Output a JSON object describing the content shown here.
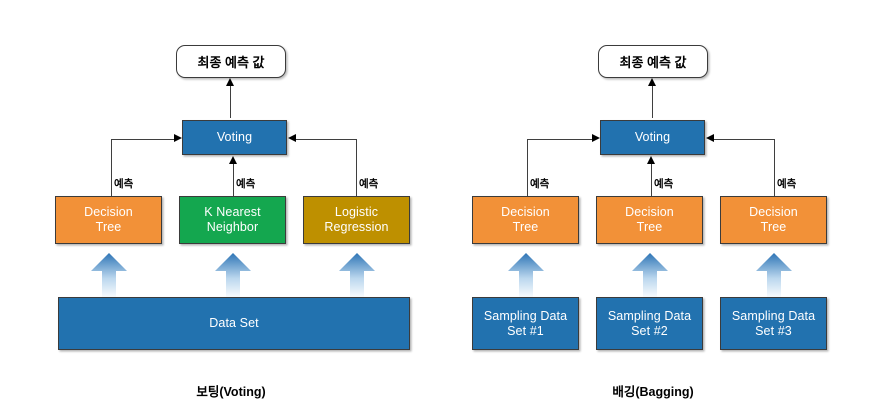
{
  "diagram": {
    "title_hidden": "",
    "colors": {
      "blue": "#2272AF",
      "orange": "#F29138",
      "green": "#14A74F",
      "gold": "#BE9000",
      "arrow_top": "#2E75B6",
      "arrow_bottom": "#FFFFFF",
      "line": "#3F3F3F",
      "box_border": "#3B3B3B",
      "text_on_fill": "#FFFFFF",
      "text_dark": "#000000"
    },
    "panels": [
      {
        "id": "voting",
        "caption": "보팅(Voting)",
        "final_box": "최종 예측 값",
        "aggregator": "Voting",
        "prediction_edge_label": "예측",
        "models": [
          {
            "label": "Decision\nTree",
            "color_key": "orange"
          },
          {
            "label": "K Nearest\nNeighbor",
            "color_key": "green"
          },
          {
            "label": "Logistic\nRegression",
            "color_key": "gold"
          }
        ],
        "sources": [
          {
            "label": "Data Set",
            "color_key": "blue"
          }
        ],
        "edge_labels": [
          "예측",
          "예측",
          "예측"
        ]
      },
      {
        "id": "bagging",
        "caption": "배깅(Bagging)",
        "final_box": "최종 예측 값",
        "aggregator": "Voting",
        "prediction_edge_label": "예측",
        "models": [
          {
            "label": "Decision\nTree",
            "color_key": "orange"
          },
          {
            "label": "Decision\nTree",
            "color_key": "orange"
          },
          {
            "label": "Decision\nTree",
            "color_key": "orange"
          }
        ],
        "sources": [
          {
            "label": "Sampling Data\nSet #1",
            "color_key": "blue"
          },
          {
            "label": "Sampling Data\nSet #2",
            "color_key": "blue"
          },
          {
            "label": "Sampling Data\nSet #3",
            "color_key": "blue"
          }
        ],
        "edge_labels": [
          "예측",
          "예측",
          "예측"
        ]
      }
    ]
  }
}
